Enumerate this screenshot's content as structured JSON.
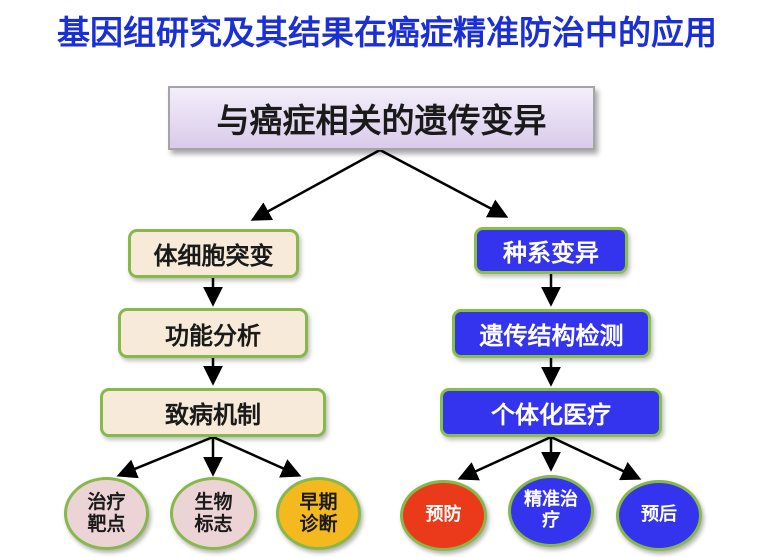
{
  "title": "基因组研究及其结果在癌症精准防治中的应用",
  "root": "与癌症相关的遗传变异",
  "left_branch": {
    "steps": [
      "体细胞突变",
      "功能分析",
      "致病机制"
    ],
    "outcomes": [
      "治疗靶点",
      "生物标志",
      "早期诊断"
    ]
  },
  "right_branch": {
    "steps": [
      "种系变异",
      "遗传结构检测",
      "个体化医疗"
    ],
    "outcomes": [
      "预防",
      "精准治疗",
      "预后"
    ]
  },
  "colors": {
    "title": "#1b2fd6",
    "cream_box": "#f8ead8",
    "blue_box": "#3434ef",
    "box_border": "#88c046",
    "pink_circle": "#ecd3d6",
    "gold_circle": "#f3b91e",
    "red_circle": "#ea3a1a"
  }
}
